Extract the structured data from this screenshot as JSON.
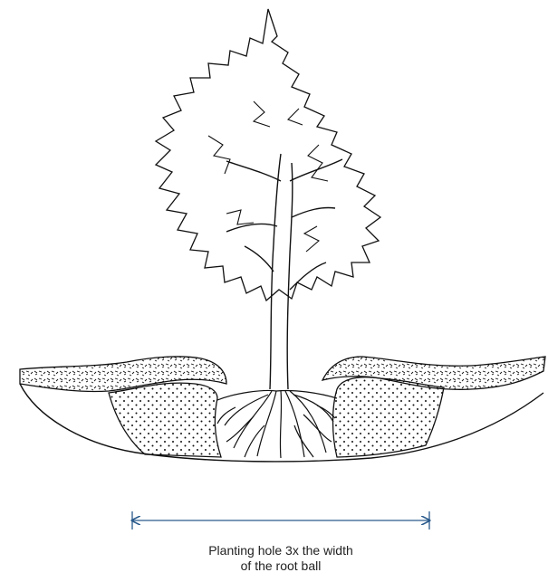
{
  "caption": {
    "line1": "Planting hole 3x the width",
    "line2": "of the root ball"
  },
  "colors": {
    "ink": "#111111",
    "dimension_line": "#2a5a8c"
  },
  "icons": {
    "tree": "tree-illustration",
    "dimension_arrow": "double-headed-arrow-icon"
  }
}
